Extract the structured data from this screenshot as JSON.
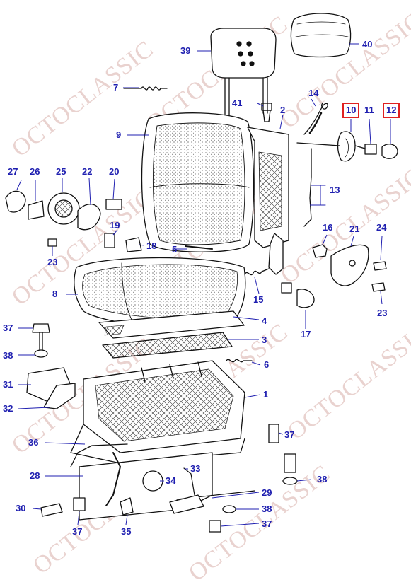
{
  "diagram": {
    "watermark_text": "OCTOCLASSIC",
    "callout_color": "#1f1fb0",
    "highlight_color": "#e02020",
    "highlighted_parts": [
      "10",
      "12"
    ],
    "callouts": {
      "p1": "1",
      "p2": "2",
      "p3": "3",
      "p4": "4",
      "p5": "5",
      "p6": "6",
      "p7": "7",
      "p8": "8",
      "p9": "9",
      "p10": "10",
      "p11": "11",
      "p12": "12",
      "p13": "13",
      "p14": "14",
      "p15": "15",
      "p16": "16",
      "p17": "17",
      "p18": "18",
      "p19": "19",
      "p20": "20",
      "p21": "21",
      "p22": "22",
      "p23a": "23",
      "p23b": "23",
      "p24": "24",
      "p25": "25",
      "p26": "26",
      "p27": "27",
      "p28": "28",
      "p29": "29",
      "p30": "30",
      "p31": "31",
      "p32": "32",
      "p33": "33",
      "p34": "34",
      "p35": "35",
      "p36": "36",
      "p37a": "37",
      "p37b": "37",
      "p37c": "37",
      "p37d": "37",
      "p38a": "38",
      "p38b": "38",
      "p38c": "38",
      "p39": "39",
      "p40": "40",
      "p41": "41"
    }
  }
}
